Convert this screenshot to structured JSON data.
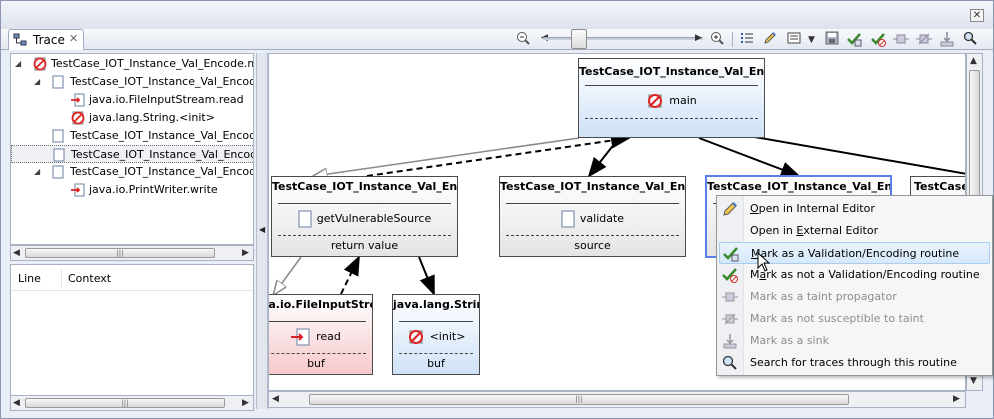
{
  "tab": {
    "label": "Trace",
    "close": "✕"
  },
  "window_close": "✕",
  "tree": [
    {
      "label": "TestCase_IOT_Instance_Val_Encode.m",
      "indent": 0,
      "expander": "◢",
      "icon": "blocked-icon"
    },
    {
      "label": "TestCase_IOT_Instance_Val_Encode",
      "indent": 1,
      "expander": "◢",
      "icon": "file-icon"
    },
    {
      "label": "java.io.FileInputStream.read",
      "indent": 2,
      "expander": "",
      "icon": "source-arrow-icon"
    },
    {
      "label": "java.lang.String.<init>",
      "indent": 2,
      "expander": "",
      "icon": "blocked-icon"
    },
    {
      "label": "TestCase_IOT_Instance_Val_Encode",
      "indent": 1,
      "expander": "",
      "icon": "file-icon"
    },
    {
      "label": "TestCase_IOT_Instance_Val_Encode",
      "indent": 1,
      "expander": "",
      "icon": "file-icon",
      "selected": true
    },
    {
      "label": "TestCase_IOT_Instance_Val_Encode",
      "indent": 1,
      "expander": "◢",
      "icon": "file-icon"
    },
    {
      "label": "java.io.PrintWriter.write",
      "indent": 2,
      "expander": "",
      "icon": "sink-arrow-icon"
    }
  ],
  "context_table": {
    "col_line": "Line",
    "col_context": "Context"
  },
  "scroll_grip": "|||",
  "splitter_arrow": "◀",
  "nodes": {
    "main": {
      "title": "TestCase_IOT_Instance_Val_Encode",
      "method": "main",
      "footer": ""
    },
    "getvuln": {
      "title": "TestCase_IOT_Instance_Val_Encode",
      "method": "getVulnerableSource",
      "footer": "return value"
    },
    "validate": {
      "title": "TestCase_IOT_Instance_Val_Encode",
      "method": "validate",
      "footer": "source"
    },
    "selected": {
      "title": "TestCase_IOT_Instance_Val_Encode",
      "method": "",
      "footer": ""
    },
    "partial": {
      "title": "TestCase_I",
      "method": "",
      "footer": ""
    },
    "fis": {
      "title": "java.io.FileInputStream",
      "method": "read",
      "footer": "buf"
    },
    "string": {
      "title": "java.lang.String",
      "method": "<init>",
      "footer": "buf"
    }
  },
  "menu": {
    "items": [
      {
        "label": "Open in Internal Editor",
        "mnemonic_index": 0,
        "icon": "pencil-icon",
        "disabled": false,
        "highlight": false
      },
      {
        "label": "Open in External Editor",
        "mnemonic_index": 8,
        "icon": "",
        "disabled": false,
        "highlight": false
      },
      {
        "label": "Mark as a Validation/Encoding routine",
        "mnemonic_index": 0,
        "icon": "check-validation-icon",
        "disabled": false,
        "highlight": true
      },
      {
        "label": "Mark as not a Validation/Encoding routine",
        "mnemonic_index": 1,
        "icon": "not-validation-icon",
        "disabled": false,
        "highlight": false
      },
      {
        "label": "Mark as a taint propagator",
        "mnemonic_index": -1,
        "icon": "propagator-icon",
        "disabled": true,
        "highlight": false
      },
      {
        "label": "Mark as not susceptible to taint",
        "mnemonic_index": -1,
        "icon": "not-susceptible-icon",
        "disabled": true,
        "highlight": false
      },
      {
        "label": "Mark as a sink",
        "mnemonic_index": -1,
        "icon": "sink-icon",
        "disabled": true,
        "highlight": false
      },
      {
        "label": "Search for traces through this routine",
        "mnemonic_index": -1,
        "icon": "search-icon",
        "disabled": false,
        "highlight": false
      }
    ]
  }
}
